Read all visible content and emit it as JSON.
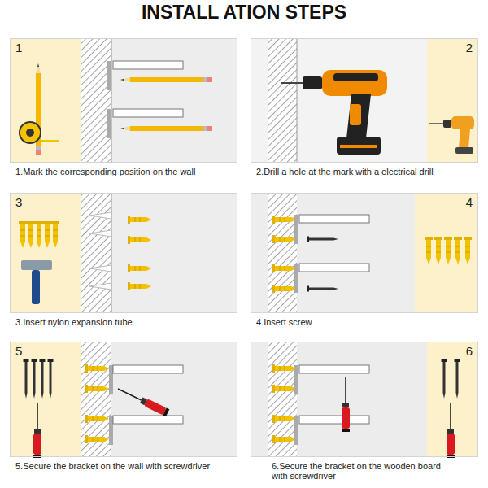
{
  "diagram": {
    "title": "INSTALL ATION STEPS",
    "nodes": [
      {
        "text": [
          "1",
          "1.Mark the corresponding position on the wall"
        ]
      },
      {
        "text": [
          "2",
          "2.Drill a hole at the mark with a electrical drill"
        ]
      },
      {
        "text": [
          "3",
          "3.Insert nylon expansion tube"
        ]
      },
      {
        "text": [
          "4",
          "4.Insert screw"
        ]
      },
      {
        "text": [
          "5",
          "5.Secure the bracket on the wall with screwdriver"
        ]
      },
      {
        "text": [
          "6",
          "6.Secure the bracket on the wooden board with screwdriver"
        ]
      }
    ]
  }
}
